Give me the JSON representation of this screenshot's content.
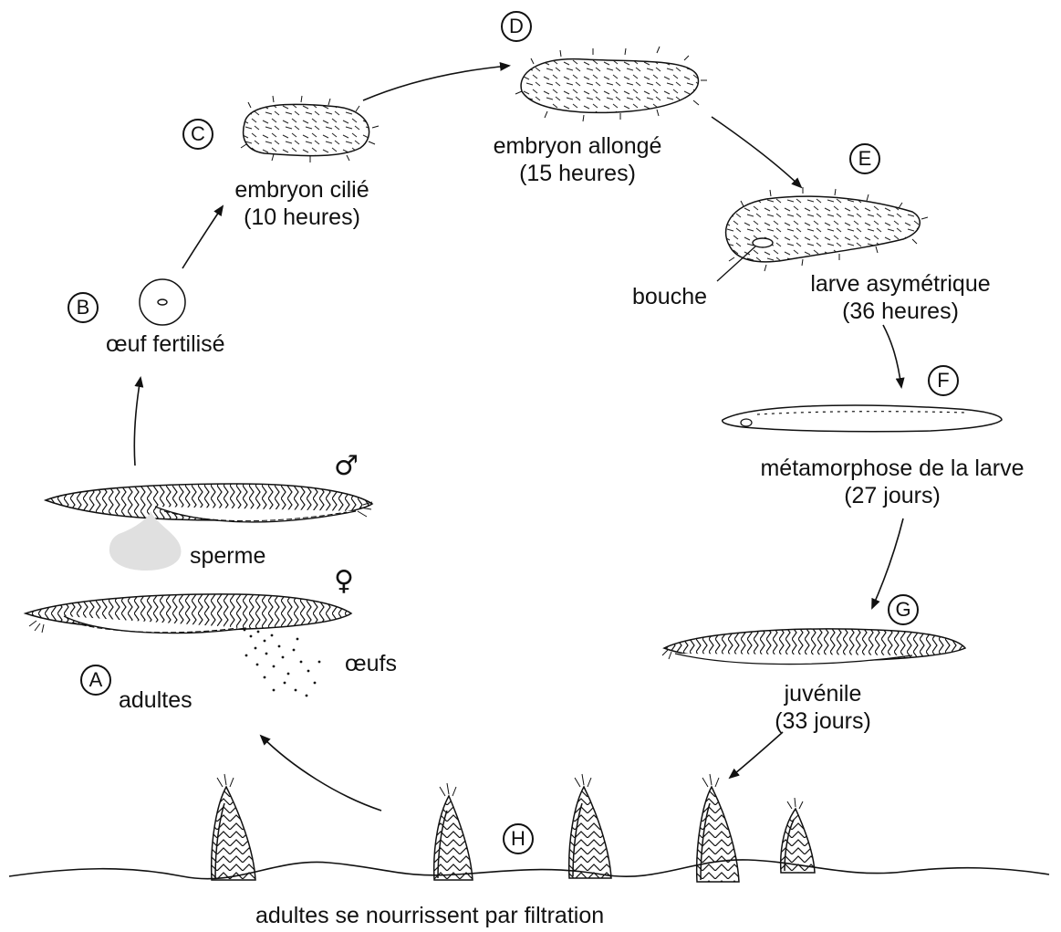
{
  "stages": {
    "A": {
      "letter": "A",
      "label": "adultes"
    },
    "B": {
      "letter": "B",
      "label": "œuf fertilisé"
    },
    "C": {
      "letter": "C",
      "line1": "embryon cilié",
      "line2": "(10 heures)"
    },
    "D": {
      "letter": "D",
      "line1": "embryon allongé",
      "line2": "(15 heures)"
    },
    "E": {
      "letter": "E",
      "line1": "larve asymétrique",
      "line2": "(36 heures)",
      "mouth_label": "bouche"
    },
    "F": {
      "letter": "F",
      "line1": "métamorphose de la larve",
      "line2": "(27 jours)"
    },
    "G": {
      "letter": "G",
      "line1": "juvénile",
      "line2": "(33 jours)"
    },
    "H": {
      "letter": "H",
      "label": "adultes se nourrissent par filtration"
    }
  },
  "adults": {
    "male_symbol": "♂",
    "female_symbol": "♀",
    "sperm_label": "sperme",
    "eggs_label": "œufs"
  }
}
